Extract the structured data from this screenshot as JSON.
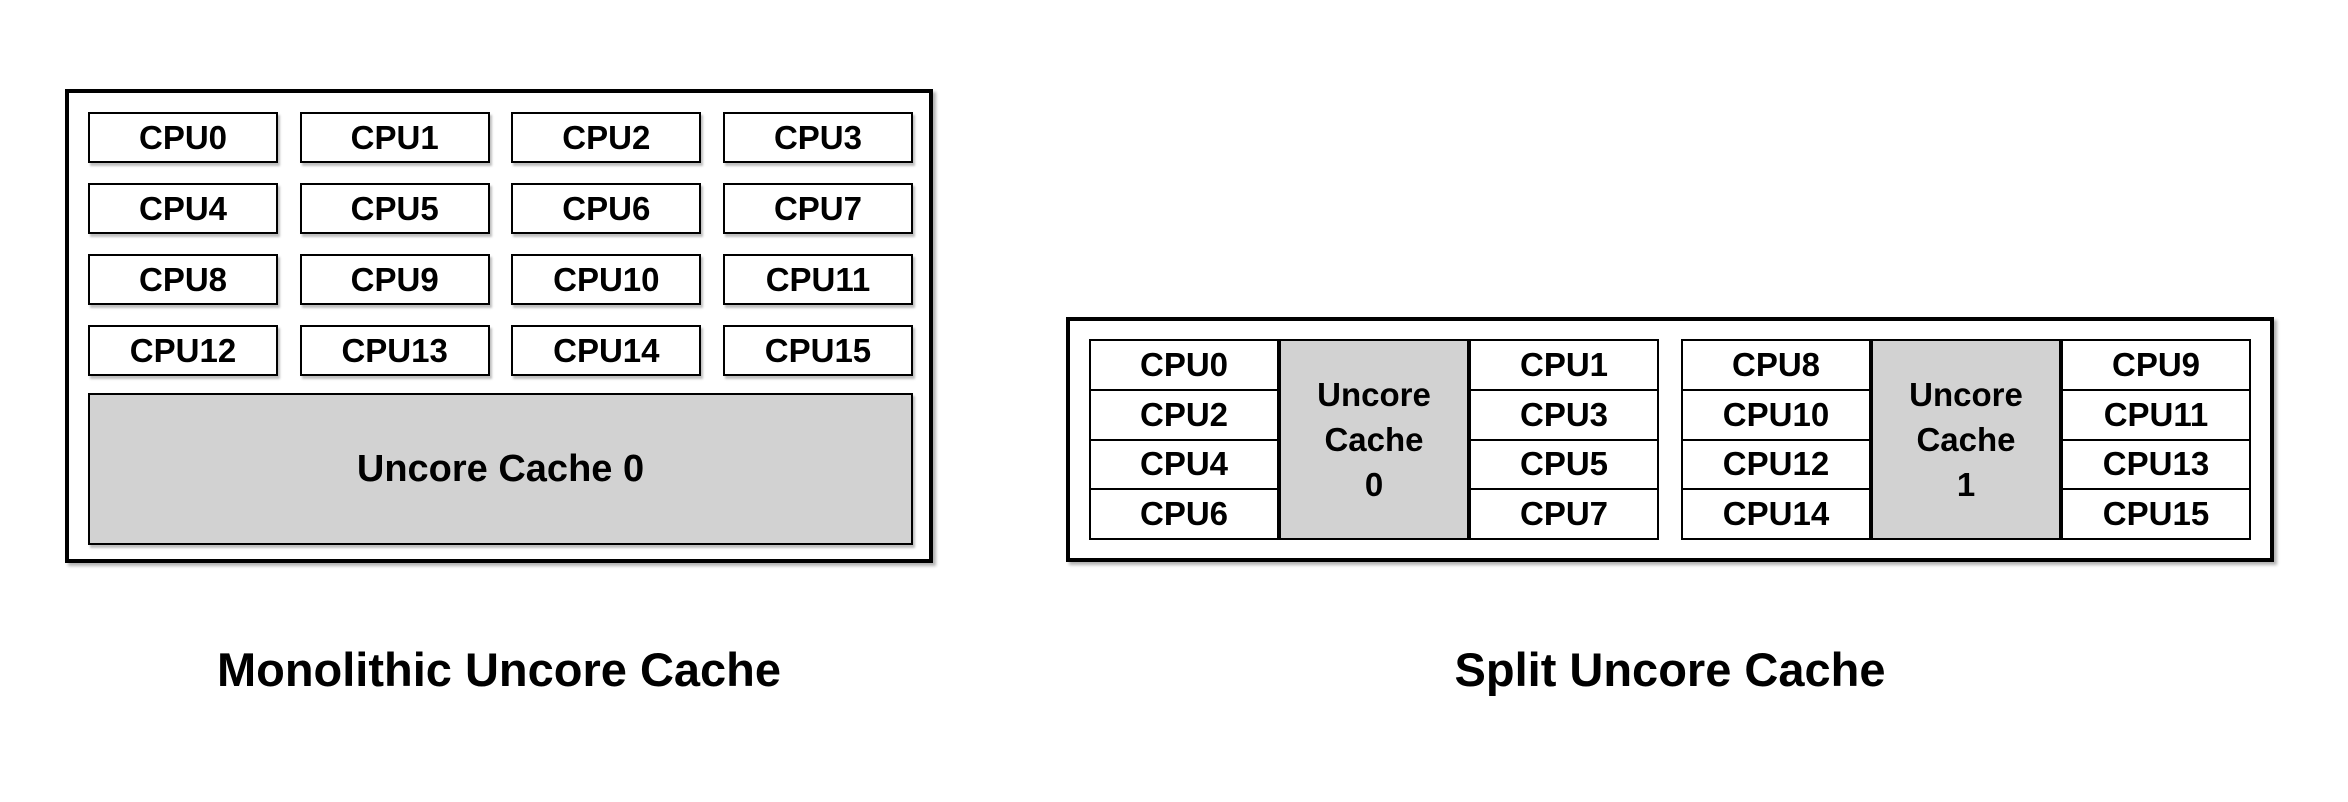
{
  "colors": {
    "background": "#ffffff",
    "box_border": "#000000",
    "cache_fill": "#d2d2d2",
    "text": "#000000"
  },
  "monolithic": {
    "title": "Monolithic Uncore Cache",
    "cpus": [
      "CPU0",
      "CPU1",
      "CPU2",
      "CPU3",
      "CPU4",
      "CPU5",
      "CPU6",
      "CPU7",
      "CPU8",
      "CPU9",
      "CPU10",
      "CPU11",
      "CPU12",
      "CPU13",
      "CPU14",
      "CPU15"
    ],
    "cache_label": "Uncore Cache 0"
  },
  "split": {
    "title": "Split Uncore Cache",
    "clusters": [
      {
        "left_cpus": [
          "CPU0",
          "CPU2",
          "CPU4",
          "CPU6"
        ],
        "cache_lines": [
          "Uncore",
          "Cache",
          "0"
        ],
        "right_cpus": [
          "CPU1",
          "CPU3",
          "CPU5",
          "CPU7"
        ]
      },
      {
        "left_cpus": [
          "CPU8",
          "CPU10",
          "CPU12",
          "CPU14"
        ],
        "cache_lines": [
          "Uncore",
          "Cache",
          "1"
        ],
        "right_cpus": [
          "CPU9",
          "CPU11",
          "CPU13",
          "CPU15"
        ]
      }
    ]
  }
}
